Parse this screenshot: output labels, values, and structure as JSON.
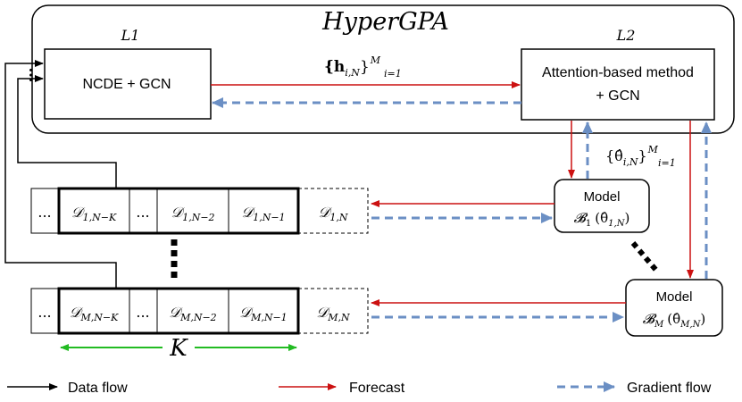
{
  "title": "HyperGPA",
  "layers": {
    "l1_label": "L1",
    "l2_label": "L2",
    "l1_box": "NCDE + GCN",
    "l2_box_line1": "Attention-based method",
    "l2_box_line2": "+ GCN"
  },
  "edges": {
    "hidden_set": "{h",
    "hidden_sub": "i,N",
    "hidden_brace": "}",
    "hidden_sup": "M",
    "hidden_sub2": "i=1",
    "theta_set": "{θ̂",
    "theta_sub": "i,N",
    "theta_brace": "}",
    "theta_sup": "M",
    "theta_sub2": "i=1"
  },
  "models": [
    {
      "line1": "Model",
      "name": "𝓑",
      "sub": "1",
      "param": "(θ̂",
      "param_sub": "1,N",
      "close": ")"
    },
    {
      "line1": "Model",
      "name": "𝓑",
      "sub": "M",
      "param": "(θ̂",
      "param_sub": "M,N",
      "close": ")"
    }
  ],
  "rows": [
    {
      "dots": "...",
      "cells": [
        "𝒟1,N−K",
        "...",
        "𝒟1,N−2",
        "𝒟1,N−1"
      ],
      "target": "𝒟1,N"
    },
    {
      "dots": "...",
      "cells": [
        "𝒟M,N−K",
        "...",
        "𝒟M,N−2",
        "𝒟M,N−1"
      ],
      "target": "𝒟M,N"
    }
  ],
  "row_cells": [
    {
      "sym": "𝒟",
      "sub": "1,N−K"
    },
    {
      "sym": "𝒟",
      "sub": "1,N−2"
    },
    {
      "sym": "𝒟",
      "sub": "1,N−1"
    },
    {
      "sym": "𝒟",
      "sub": "1,N"
    },
    {
      "sym": "𝒟",
      "sub": "M,N−K"
    },
    {
      "sym": "𝒟",
      "sub": "M,N−2"
    },
    {
      "sym": "𝒟",
      "sub": "M,N−1"
    },
    {
      "sym": "𝒟",
      "sub": "M,N"
    }
  ],
  "ellipsis": "...",
  "window_label": "K",
  "legend": {
    "data_flow": "Data flow",
    "forecast": "Forecast",
    "gradient_flow": "Gradient flow"
  },
  "colors": {
    "data_flow": "#000000",
    "forecast": "#cc1111",
    "gradient": "#6b8fc4",
    "window": "#22bb22"
  }
}
